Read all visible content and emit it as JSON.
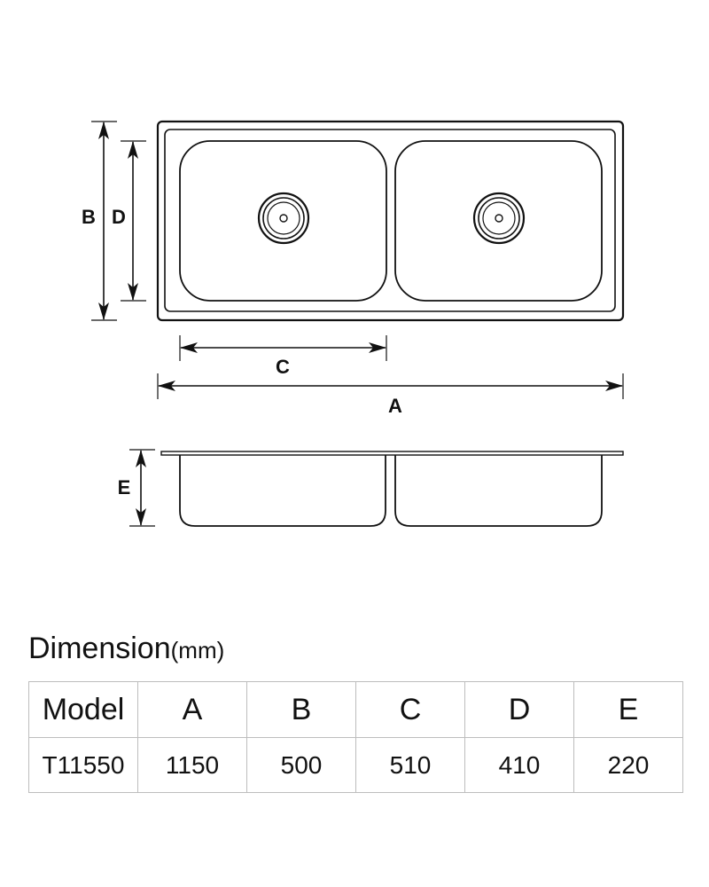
{
  "diagram": {
    "labels": {
      "a": "A",
      "b": "B",
      "c": "C",
      "d": "D",
      "e": "E"
    }
  },
  "title": {
    "main": "Dimension",
    "unit": "(mm)"
  },
  "table": {
    "headers": [
      "Model",
      "A",
      "B",
      "C",
      "D",
      "E"
    ],
    "rows": [
      [
        "T11550",
        "1150",
        "500",
        "510",
        "410",
        "220"
      ]
    ]
  }
}
